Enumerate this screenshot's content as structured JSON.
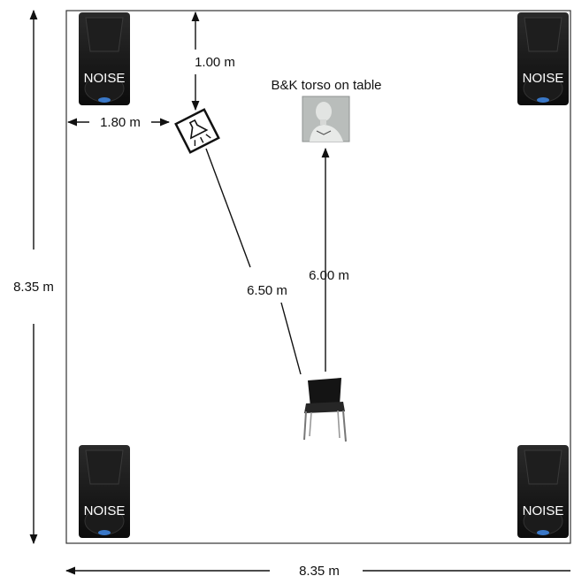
{
  "room": {
    "width_label": "8.35 m",
    "height_label": "8.35 m"
  },
  "speakers": [
    {
      "id": "top-left",
      "label": "NOISE"
    },
    {
      "id": "top-right",
      "label": "NOISE"
    },
    {
      "id": "bottom-left",
      "label": "NOISE"
    },
    {
      "id": "bottom-right",
      "label": "NOISE"
    }
  ],
  "torso": {
    "label": "B&K torso on table"
  },
  "distances": {
    "lamp_from_wall_top": "1.00 m",
    "lamp_from_wall_left": "1.80 m",
    "chair_to_lamp": "6.50 m",
    "chair_to_torso": "6.00 m"
  },
  "colors": {
    "line": "#111111",
    "speaker_body": "#141414",
    "speaker_text": "#ffffff",
    "speaker_badge": "#3a78c8",
    "torso_bg": "#b9bdbb"
  }
}
